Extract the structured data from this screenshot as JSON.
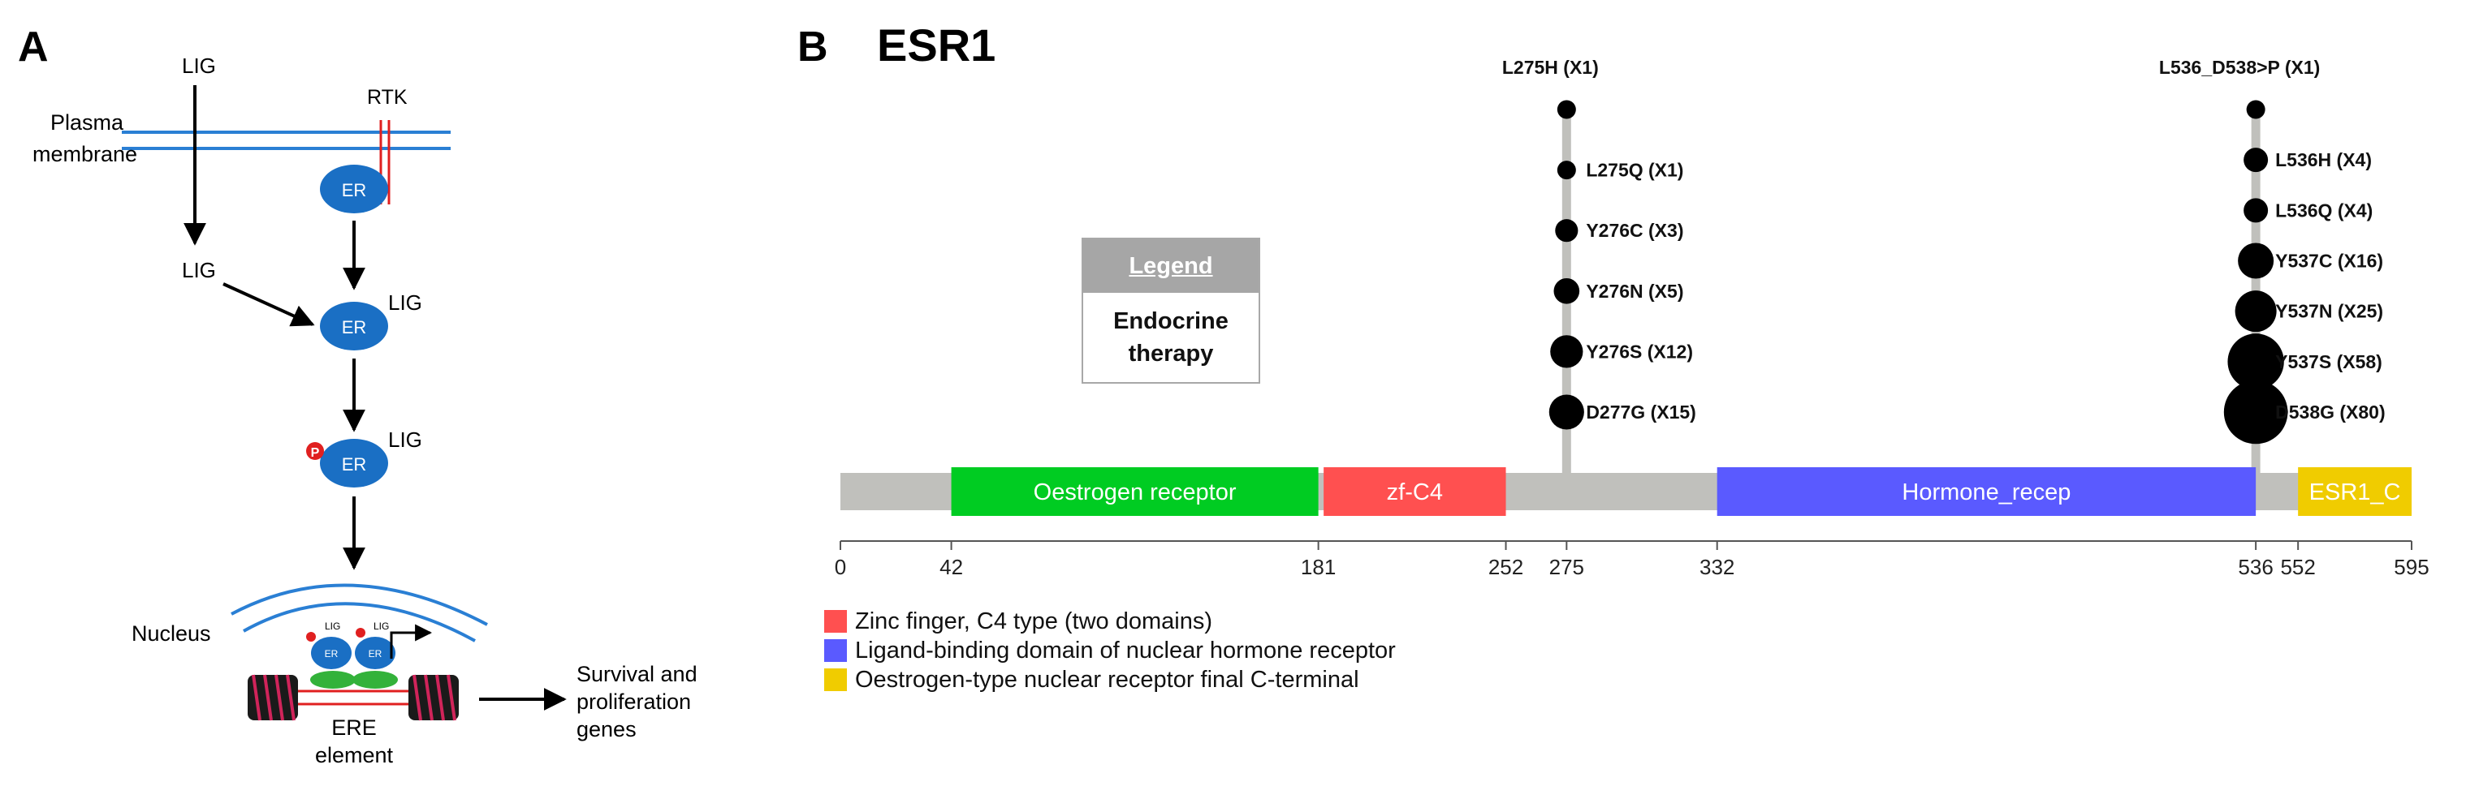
{
  "panel_a": {
    "letter": "A",
    "labels": {
      "lig_top": "LIG",
      "rtk": "RTK",
      "plasma_line1": "Plasma",
      "plasma_line2": "membrane",
      "lig_mid": "LIG",
      "er": "ER",
      "er_lig": "LIG",
      "p": "P",
      "nucleus": "Nucleus",
      "ere_line1": "ERE",
      "ere_line2": "element",
      "survival_line1": "Survival and",
      "survival_line2": "proliferation",
      "survival_line3": "genes"
    }
  },
  "panel_b": {
    "letter": "B",
    "gene": "ESR1",
    "legend": {
      "title": "Legend",
      "line1": "Endocrine",
      "line2": "therapy"
    },
    "domains": [
      {
        "label": "Oestrogen receptor",
        "start": 42,
        "end": 181,
        "color": "#00cc22"
      },
      {
        "label": "zf-C4",
        "start": 183,
        "end": 252,
        "color": "#ff5050"
      },
      {
        "label": "Hormone_recep",
        "start": 332,
        "end": 536,
        "color": "#5a5aff"
      },
      {
        "label": "ESR1_C",
        "start": 552,
        "end": 595,
        "color": "#f0cc00"
      }
    ],
    "axis": {
      "min": 0,
      "max": 595,
      "ticks": [
        0,
        42,
        181,
        252,
        275,
        332,
        536,
        552,
        595
      ]
    },
    "mutation_sites": [
      {
        "position": 275,
        "mutations": [
          {
            "label": "L275H (X1)",
            "count": 1
          },
          {
            "label": "L275Q (X1)",
            "count": 1
          },
          {
            "label": "Y276C (X3)",
            "count": 3
          },
          {
            "label": "Y276N (X5)",
            "count": 5
          },
          {
            "label": "Y276S (X12)",
            "count": 12
          },
          {
            "label": "D277G (X15)",
            "count": 15
          }
        ]
      },
      {
        "position": 536,
        "mutations": [
          {
            "label": "L536_D538>P (X1)",
            "count": 1
          },
          {
            "label": "L536H (X4)",
            "count": 4
          },
          {
            "label": "L536Q (X4)",
            "count": 4
          },
          {
            "label": "Y537C (X16)",
            "count": 16
          },
          {
            "label": "Y537N (X25)",
            "count": 25
          },
          {
            "label": "Y537S (X58)",
            "count": 58
          },
          {
            "label": "D538G (X80)",
            "count": 80
          }
        ]
      }
    ],
    "domain_legend": [
      {
        "label": "Zinc finger, C4 type (two domains)",
        "color": "#ff5050"
      },
      {
        "label": "Ligand-binding domain of nuclear hormone receptor",
        "color": "#5a5aff"
      },
      {
        "label": "Oestrogen-type nuclear receptor final C-terminal",
        "color": "#f0cc00"
      }
    ]
  },
  "colors": {
    "er_blue": "#1a6fc4",
    "membrane_blue": "#2a7fd4",
    "rtk_red": "#e02020",
    "backbone": "#c0c0bc",
    "lollipop": "#000000"
  }
}
